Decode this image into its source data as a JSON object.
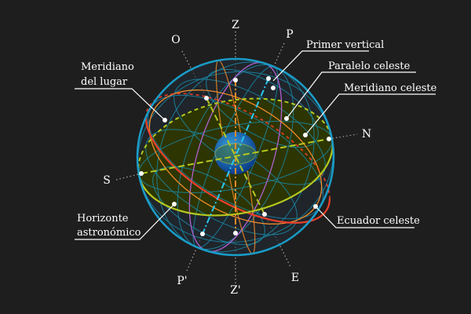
{
  "title": "Esfera celeste",
  "points": {
    "zenith": "Z",
    "nadir": "Z'",
    "north_pole": "P",
    "south_pole": "P'",
    "north": "N",
    "south": "S",
    "east": "E",
    "west": "O"
  },
  "labels": {
    "primer_vertical": "Primer vertical",
    "paralelo_celeste": "Paralelo celeste",
    "meridiano_celeste": "Meridiano celeste",
    "meridiano_lugar_1": "Meridiano",
    "meridiano_lugar_2": "del lugar",
    "horizonte_1": "Horizonte",
    "horizonte_2": "astronómico",
    "ecuador_celeste": "Ecuador celeste"
  },
  "colors": {
    "background": "#1e1e1e",
    "sphere": "#1a9cc8",
    "horizon": "#b5c81e",
    "equator": "#f0402a",
    "meridian_local": "#f08a2a",
    "prime_vertical": "#b060d0",
    "polar_axis": "#2ac8f0",
    "vertical_axis": "#f08a2a"
  }
}
